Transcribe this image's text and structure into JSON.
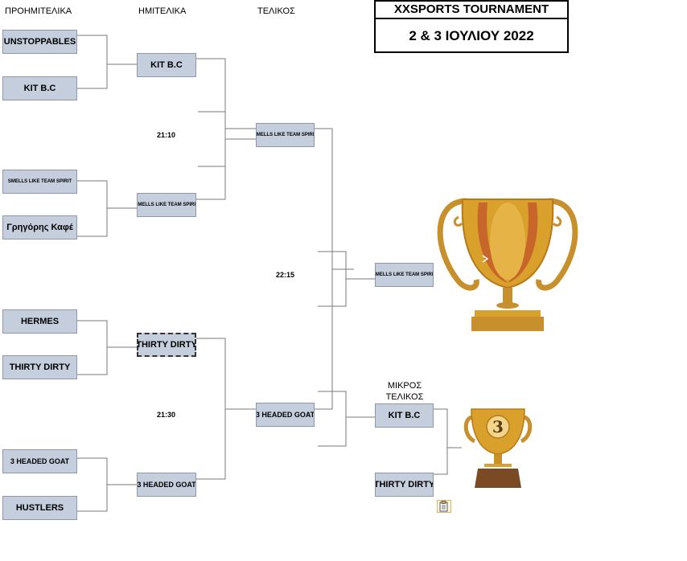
{
  "headers": {
    "round1": "ΠΡΟΗΜΙΤΕΛΙΚΑ",
    "round2": "ΗΜΙΤΕΛΙΚΑ",
    "round3": "ΤΕΛΙΚΟΣ"
  },
  "title": {
    "line1": "XXSPORTS TOURNAMENT",
    "line2": "2 & 3 ΙΟΥΛΙΟΥ 2022"
  },
  "round1": [
    "UNSTOPPABLES",
    "KIT B.C",
    "SMELLS LIKE TEAM SPIRIT",
    "Γρηγόρης Καφέ",
    "HERMES",
    "THIRTY DIRTY",
    "3 HEADED GOAT",
    "HUSTLERS"
  ],
  "round2": [
    "KIT B.C",
    "SMELLS LIKE TEAM SPIRIT",
    "THIRTY DIRTY",
    "3 HEADED GOAT"
  ],
  "round3": [
    "SMELLS LIKE TEAM SPIRIT",
    "3 HEADED GOAT"
  ],
  "champion": "SMELLS LIKE TEAM SPIRIT",
  "scores": {
    "semi_top": "21:10",
    "semi_bottom": "21:30",
    "final": "22:15"
  },
  "third_place": {
    "title": "ΜΙΚΡΟΣ ΤΕΛΙΚΟΣ",
    "teams": [
      "KIT B.C",
      "THIRTY DIRTY"
    ]
  },
  "icons": {
    "trophy": "gold-trophy-icon",
    "third": "third-place-trophy-icon",
    "paste": "paste-options-icon"
  }
}
